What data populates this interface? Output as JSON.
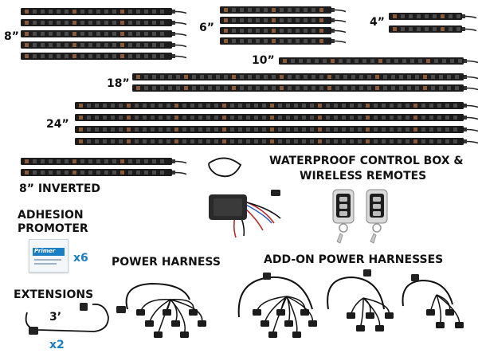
{
  "labels": {
    "len_8": "8”",
    "len_6": "6”",
    "len_4": "4”",
    "len_10": "10”",
    "len_18": "18”",
    "len_24": "24”",
    "len_8_inverted": "8” INVERTED",
    "control_box_line1": "WATERPROOF CONTROL BOX &",
    "control_box_line2": "WIRELESS REMOTES",
    "adhesion_line1": "ADHESION",
    "adhesion_line2": "PROMOTER",
    "adhesion_qty": "x6",
    "primer_brand": "Primer",
    "power_harness": "POWER HARNESS",
    "addon_harnesses": "ADD-ON POWER HARNESSES",
    "extensions": "EXTENSIONS",
    "extension_length": "3’",
    "extension_qty": "x2"
  },
  "colors": {
    "strip": "#1c1c1c",
    "led": "#4a4a4a",
    "led_warm": "#8a5a3a",
    "accent_blue": "#1a7fc4"
  }
}
